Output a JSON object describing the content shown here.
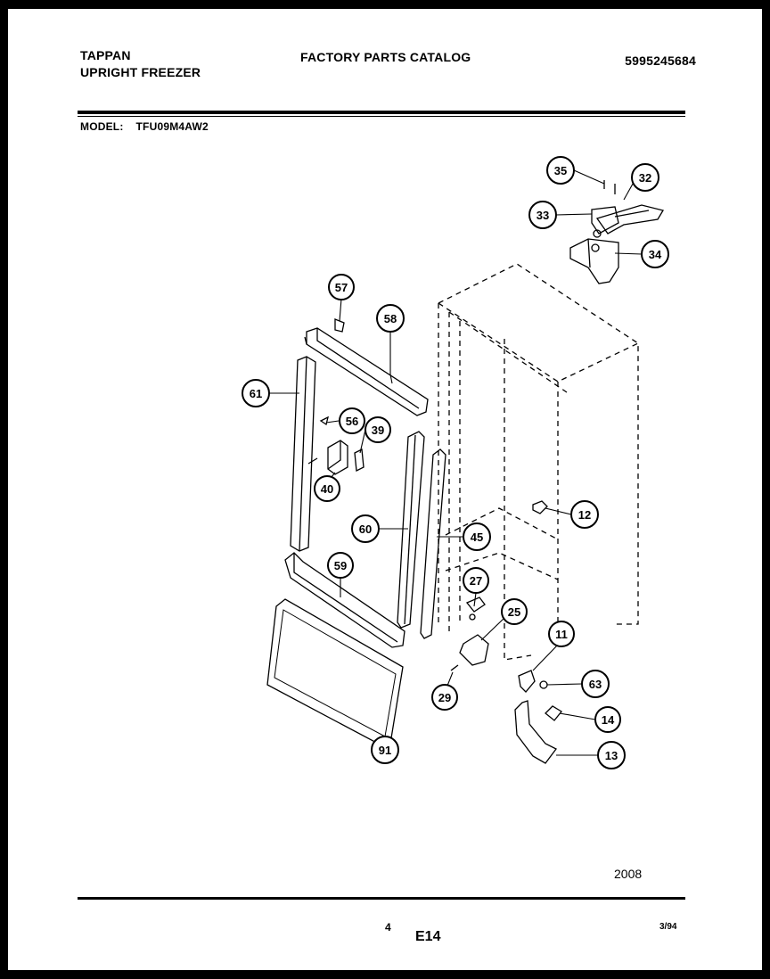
{
  "header": {
    "brand": "TAPPAN",
    "product": "UPRIGHT FREEZER",
    "catalog_title": "FACTORY PARTS CATALOG",
    "catalog_number": "5995245684"
  },
  "model": {
    "label": "MODEL:",
    "value": "TFU09M4AW2"
  },
  "callouts": [
    {
      "id": "c35",
      "label": "35"
    },
    {
      "id": "c32",
      "label": "32"
    },
    {
      "id": "c33",
      "label": "33"
    },
    {
      "id": "c34",
      "label": "34"
    },
    {
      "id": "c57",
      "label": "57"
    },
    {
      "id": "c58",
      "label": "58"
    },
    {
      "id": "c61",
      "label": "61"
    },
    {
      "id": "c56",
      "label": "56"
    },
    {
      "id": "c39",
      "label": "39"
    },
    {
      "id": "c40",
      "label": "40"
    },
    {
      "id": "c12",
      "label": "12"
    },
    {
      "id": "c60",
      "label": "60"
    },
    {
      "id": "c45",
      "label": "45"
    },
    {
      "id": "c59",
      "label": "59"
    },
    {
      "id": "c27",
      "label": "27"
    },
    {
      "id": "c25",
      "label": "25"
    },
    {
      "id": "c11",
      "label": "11"
    },
    {
      "id": "c63",
      "label": "63"
    },
    {
      "id": "c29",
      "label": "29"
    },
    {
      "id": "c14",
      "label": "14"
    },
    {
      "id": "c13",
      "label": "13"
    },
    {
      "id": "c91",
      "label": "91"
    }
  ],
  "footer": {
    "figure_number": "2008",
    "page_number": "4",
    "section": "E14",
    "date": "3/94"
  }
}
